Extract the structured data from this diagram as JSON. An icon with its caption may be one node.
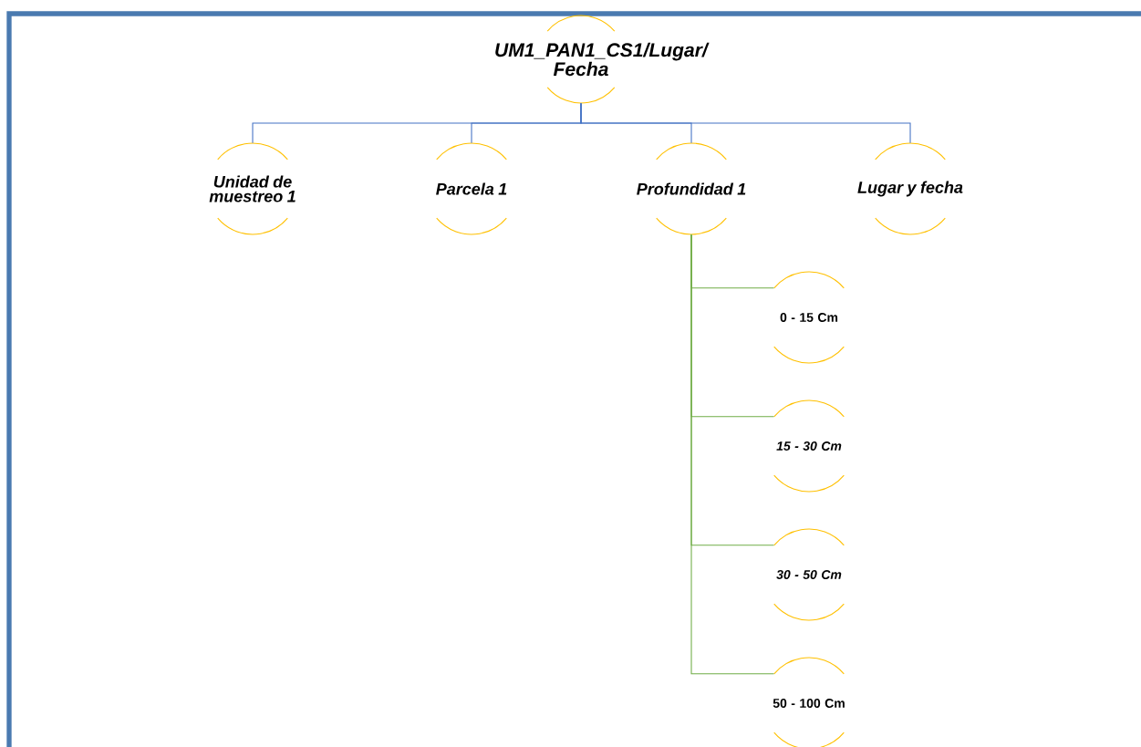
{
  "diagram": {
    "nodes": [
      {
        "text": [
          "UM1_PAN1_CS1/Lugar/ Fecha"
        ]
      },
      {
        "text": [
          "Unidad de muestreo 1"
        ]
      },
      {
        "text": [
          "Parcela 1"
        ]
      },
      {
        "text": [
          "Profundidad 1"
        ]
      },
      {
        "text": [
          "Lugar y fecha"
        ]
      },
      {
        "text": [
          "0 - 15 Cm"
        ]
      },
      {
        "text": [
          "15 - 30 Cm"
        ]
      },
      {
        "text": [
          "30 - 50 Cm"
        ]
      },
      {
        "text": [
          "50 - 100 Cm"
        ]
      }
    ],
    "edges": [
      {
        "from": 0,
        "to": 1,
        "arrow": "none"
      },
      {
        "from": 0,
        "to": 2,
        "arrow": "none"
      },
      {
        "from": 0,
        "to": 3,
        "arrow": "none"
      },
      {
        "from": 0,
        "to": 4,
        "arrow": "none"
      },
      {
        "from": 3,
        "to": 5,
        "arrow": "none",
        "color": "#70ad47"
      },
      {
        "from": 3,
        "to": 6,
        "arrow": "none",
        "color": "#70ad47"
      },
      {
        "from": 3,
        "to": 7,
        "arrow": "none",
        "color": "#70ad47"
      },
      {
        "from": 3,
        "to": 8,
        "arrow": "none",
        "color": "#70ad47"
      }
    ]
  }
}
